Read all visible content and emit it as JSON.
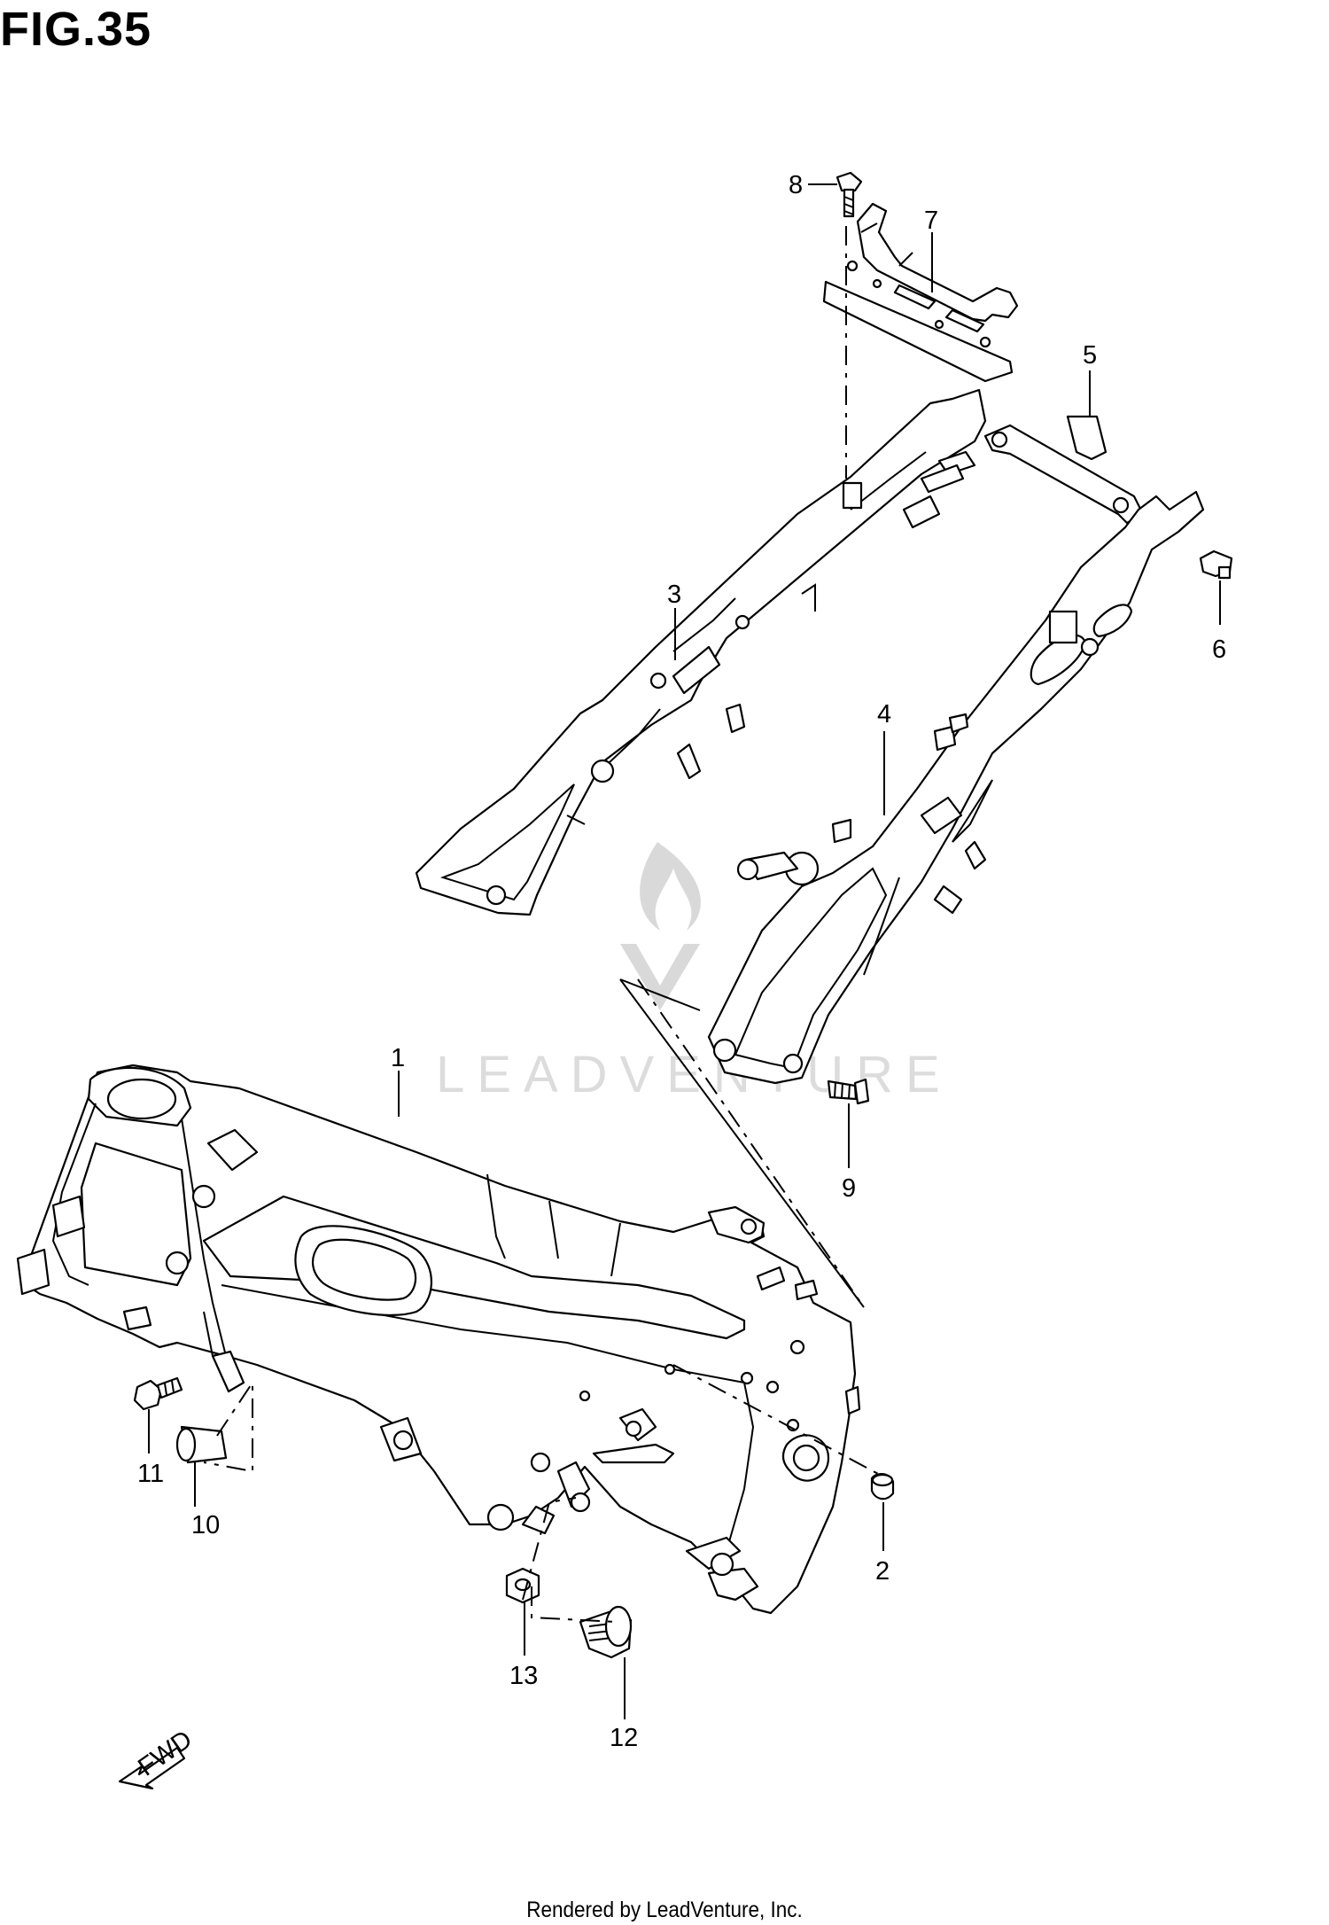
{
  "figure": {
    "title": "FIG.35"
  },
  "footer": {
    "text": "Rendered by LeadVenture, Inc."
  },
  "watermark": {
    "text": "LEADVENTURE"
  },
  "fwd_arrow": {
    "label": "FWD"
  },
  "callouts": {
    "c1": "1",
    "c2": "2",
    "c3": "3",
    "c4": "4",
    "c5": "5",
    "c6": "6",
    "c7": "7",
    "c8": "8",
    "c9": "9",
    "c10": "10",
    "c11": "11",
    "c12": "12",
    "c13": "13"
  },
  "parts": [
    {
      "ref": "1",
      "name": "frame-main"
    },
    {
      "ref": "2",
      "name": "plug"
    },
    {
      "ref": "3",
      "name": "seat-rail-left"
    },
    {
      "ref": "4",
      "name": "seat-rail-right"
    },
    {
      "ref": "5",
      "name": "rear-cross-bracket"
    },
    {
      "ref": "6",
      "name": "bolt"
    },
    {
      "ref": "7",
      "name": "bracket-plate"
    },
    {
      "ref": "8",
      "name": "bolt"
    },
    {
      "ref": "9",
      "name": "bolt"
    },
    {
      "ref": "10",
      "name": "collar"
    },
    {
      "ref": "11",
      "name": "bolt"
    },
    {
      "ref": "12",
      "name": "adjuster-bolt"
    },
    {
      "ref": "13",
      "name": "nut"
    }
  ],
  "colors": {
    "line": "#000000",
    "background": "#ffffff",
    "watermark": "#d9d9d9"
  }
}
